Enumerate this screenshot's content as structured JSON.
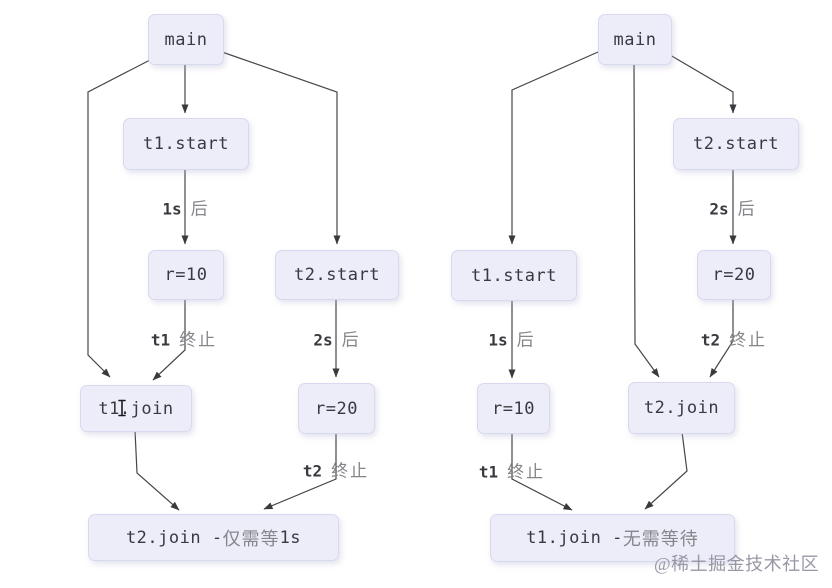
{
  "watermark": "@稀土掘金技术社区",
  "left": {
    "nodes": {
      "main": "main",
      "t1_start": "t1.start",
      "r10": "r=10",
      "t2_start": "t2.start",
      "t1_join": "t1.join",
      "r20": "r=20"
    },
    "result": {
      "code": "t2.join - ",
      "cn": "仅需等",
      "code2": "1s"
    },
    "labels": {
      "after_1s": {
        "code": "1s",
        "cn": "后"
      },
      "t1_end": {
        "code": "t1",
        "cn": "终止"
      },
      "after_2s": {
        "code": "2s",
        "cn": "后"
      },
      "t2_end": {
        "code": "t2",
        "cn": "终止"
      }
    }
  },
  "right": {
    "nodes": {
      "main": "main",
      "t2_start": "t2.start",
      "r20": "r=20",
      "t1_start": "t1.start",
      "r10": "r=10",
      "t2_join": "t2.join"
    },
    "result": {
      "code": "t1.join - ",
      "cn": "无需等待"
    },
    "labels": {
      "after_2s": {
        "code": "2s",
        "cn": "后"
      },
      "after_1s": {
        "code": "1s",
        "cn": "后"
      },
      "t2_end": {
        "code": "t2",
        "cn": "终止"
      },
      "t1_end": {
        "code": "t1",
        "cn": "终止"
      }
    }
  },
  "colors": {
    "node_fill": "#ededfa",
    "node_border": "#d8d9ef",
    "node_text": "#39393f",
    "edge_stroke": "#45454a",
    "chinese_text": "#85858a",
    "watermark_text": "#8e8e9c"
  }
}
